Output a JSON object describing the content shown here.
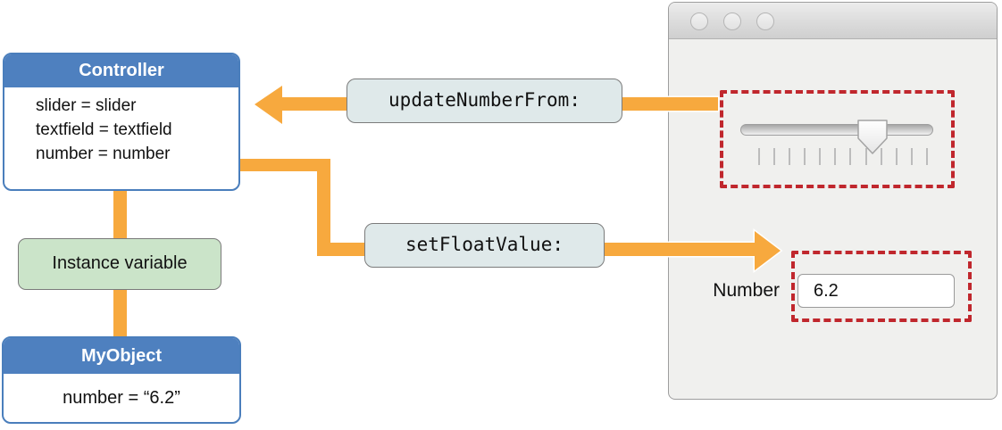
{
  "diagram": {
    "controller": {
      "title": "Controller",
      "lines": [
        "slider = slider",
        "textfield = textfield",
        "number = number"
      ]
    },
    "instance_variable_label": "Instance variable",
    "myobject": {
      "title": "MyObject",
      "line": "number = “6.2”"
    },
    "message_update": "updateNumberFrom:",
    "message_setfloat": "setFloatValue:"
  },
  "window": {
    "traffic_lights": [
      "close",
      "minimize",
      "zoom"
    ],
    "slider": {
      "ticks": 12,
      "value_percent": 68
    },
    "number_label": "Number",
    "number_field_value": "6.2"
  },
  "colors": {
    "accent_orange": "#F7A93E",
    "box_blue": "#4E80BF",
    "message_label_fill": "#DFE9EA",
    "instance_variable_fill": "#CBE4C9",
    "highlight_red": "#C0272D"
  }
}
